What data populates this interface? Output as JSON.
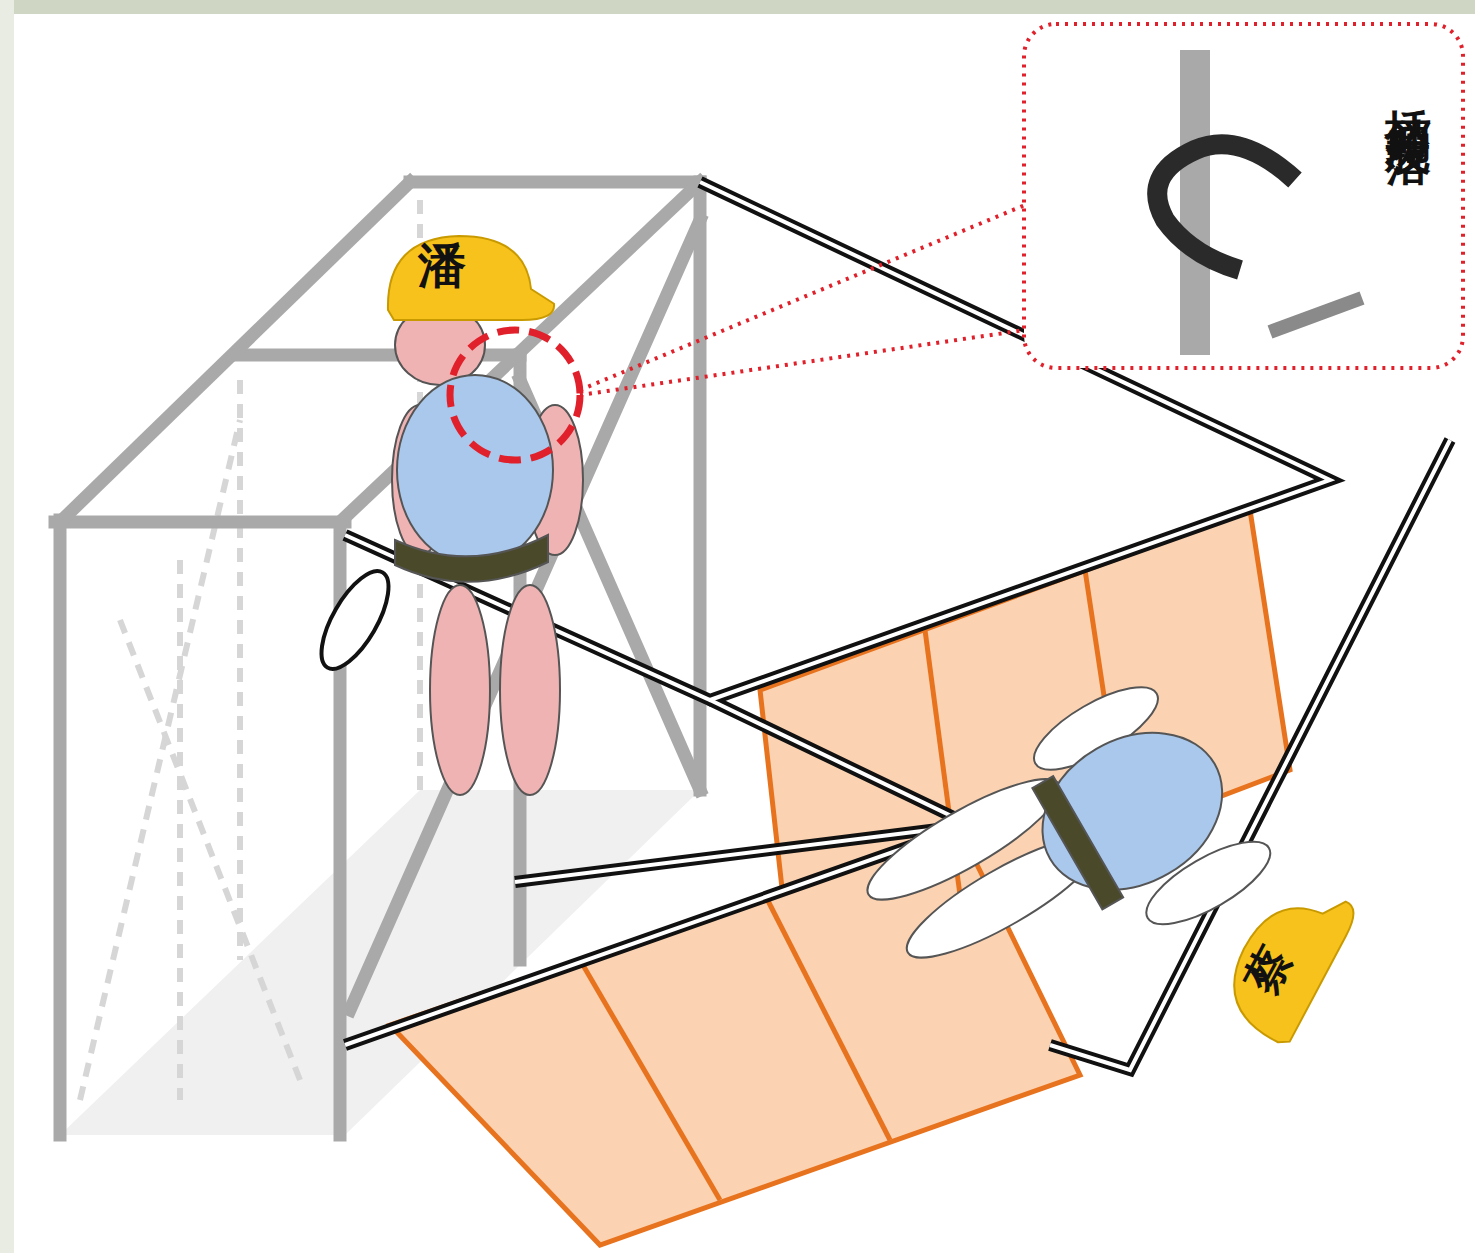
{
  "diagram": {
    "nodes": [
      {
        "text": [
          "潘"
        ]
      },
      {
        "text": [
          "插銷脫落"
        ]
      },
      {
        "text": [
          "蔡"
        ]
      }
    ]
  }
}
